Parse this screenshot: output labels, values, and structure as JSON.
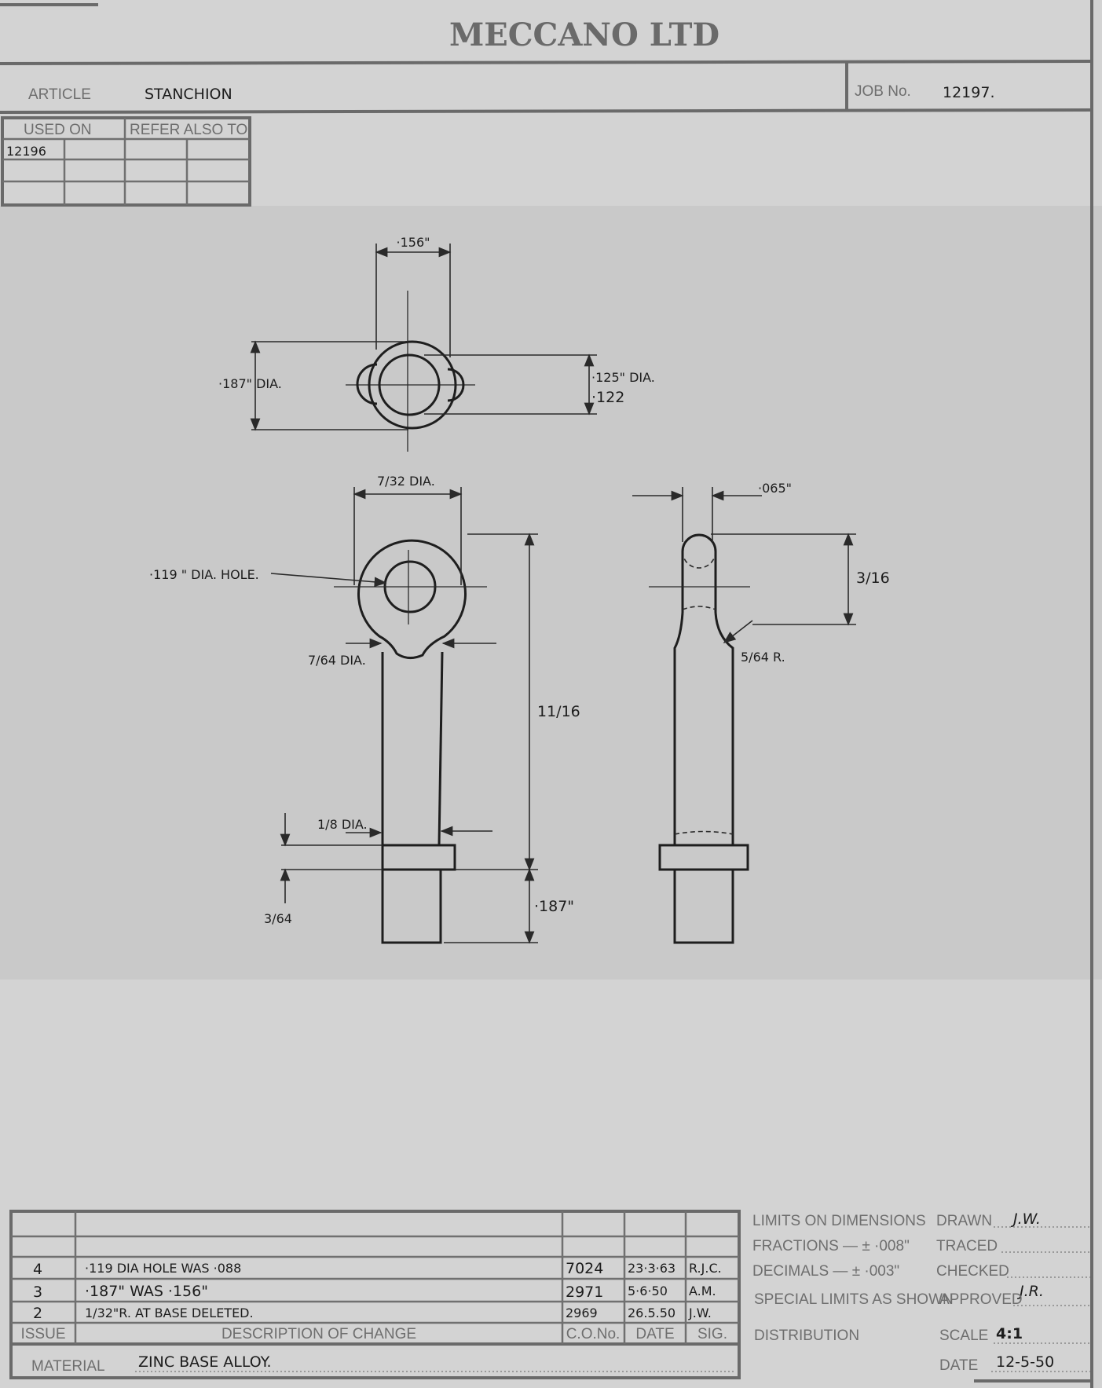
{
  "header": {
    "company": "MECCANO LTD",
    "article_label": "ARTICLE",
    "article_value": "STANCHION",
    "job_label": "JOB No.",
    "job_value": "12197."
  },
  "used_on_table": {
    "used_on_label": "USED ON",
    "refer_also_label": "REFER ALSO TO",
    "used_on_values": [
      "12196"
    ]
  },
  "dimensions": {
    "top_width": "·156\"",
    "top_dia": "·187\" DIA.",
    "bore_dia_1": "·125\" DIA.",
    "bore_dia_2": "·122",
    "head_dia": "7/32 DIA.",
    "hole": "·119 \" DIA. HOLE.",
    "neck_dia": "7/64 DIA.",
    "length": "11/16",
    "shank_dia": "1/8 DIA.",
    "collar": "3/64",
    "base_len": "·187\"",
    "thickness": "·065\"",
    "head_height": "3/16",
    "radius": "5/64 R."
  },
  "revisions": {
    "headers": {
      "issue": "ISSUE",
      "description": "DESCRIPTION OF CHANGE",
      "co_no": "C.O.No.",
      "date": "DATE",
      "sig": "SIG."
    },
    "rows": [
      {
        "issue": "4",
        "description": "·119 DIA HOLE WAS ·088",
        "co_no": "7024",
        "date": "23·3·63",
        "sig": "R.J.C."
      },
      {
        "issue": "3",
        "description": "·187\" WAS ·156\"",
        "co_no": "2971",
        "date": "5·6·50",
        "sig": "A.M."
      },
      {
        "issue": "2",
        "description": "1/32\"R. AT BASE DELETED.",
        "co_no": "2969",
        "date": "26.5.50",
        "sig": "J.W."
      }
    ],
    "material_label": "MATERIAL",
    "material_value": "ZINC BASE ALLOY."
  },
  "limits": {
    "title": "LIMITS ON DIMENSIONS",
    "fractions": "FRACTIONS — ± ·008\"",
    "decimals": "DECIMALS — ± ·003\"",
    "special": "SPECIAL LIMITS AS SHOWN",
    "distribution": "DISTRIBUTION"
  },
  "signoff": {
    "drawn_label": "DRAWN",
    "drawn_value": "J.W.",
    "traced_label": "TRACED",
    "checked_label": "CHECKED",
    "checked_value": "J.R.",
    "approved_label": "APPROVED",
    "scale_label": "SCALE",
    "scale_value": "4:1",
    "date_label": "DATE",
    "date_value": "12-5-50"
  }
}
